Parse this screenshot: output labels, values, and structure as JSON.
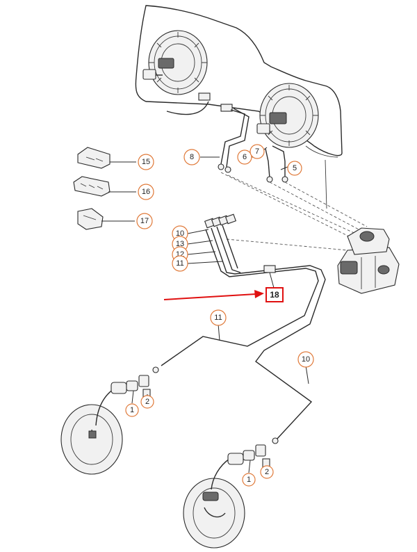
{
  "accent_color": "#e07a3a",
  "highlight_color": "#e01010",
  "callouts": [
    {
      "id": "c15",
      "label": "15"
    },
    {
      "id": "c16",
      "label": "16"
    },
    {
      "id": "c17",
      "label": "17"
    },
    {
      "id": "c8",
      "label": "8"
    },
    {
      "id": "c6",
      "label": "6"
    },
    {
      "id": "c7",
      "label": "7"
    },
    {
      "id": "c5",
      "label": "5"
    },
    {
      "id": "c10a",
      "label": "10"
    },
    {
      "id": "c13",
      "label": "13"
    },
    {
      "id": "c12",
      "label": "12"
    },
    {
      "id": "c11a",
      "label": "11"
    },
    {
      "id": "c11b",
      "label": "11"
    },
    {
      "id": "c10b",
      "label": "10"
    },
    {
      "id": "c1a",
      "label": "1"
    },
    {
      "id": "c2a",
      "label": "2"
    },
    {
      "id": "c1b",
      "label": "1"
    },
    {
      "id": "c2b",
      "label": "2"
    }
  ],
  "highlighted_part": {
    "label": "18"
  }
}
